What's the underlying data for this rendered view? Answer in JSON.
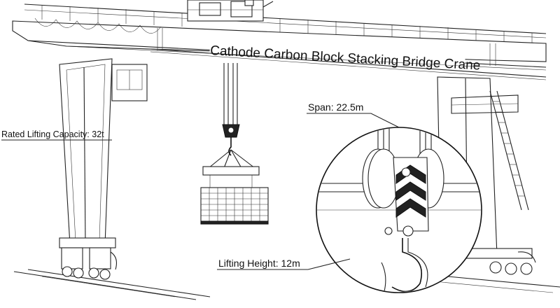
{
  "diagram": {
    "title": "Cathode Carbon Block Stacking Bridge Crane",
    "labels": {
      "capacity": "Rated Lifting Capacity: 32t",
      "span": "Span:  22.5m",
      "height": "Lifting Height: 12m"
    }
  },
  "style": {
    "line_color": "#222222",
    "background": "#ffffff"
  }
}
